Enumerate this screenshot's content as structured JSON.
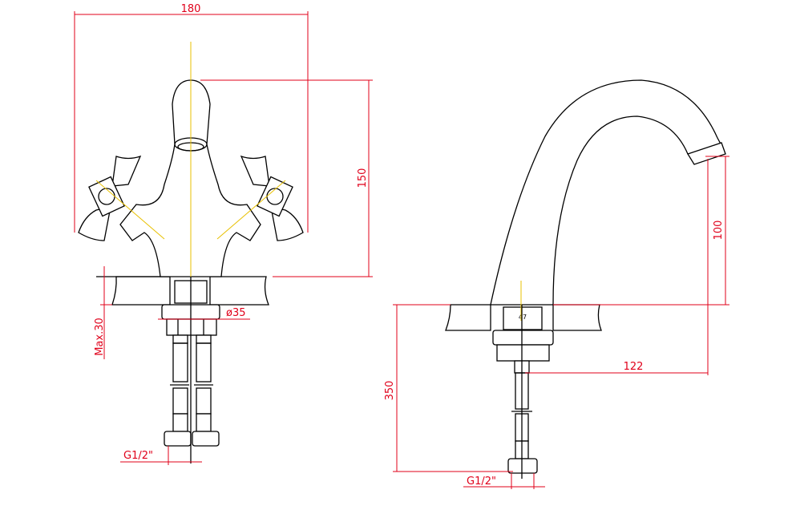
{
  "front_view": {
    "width_label": "180",
    "height_label": "150",
    "hole_diameter_label": "ø35",
    "counter_thickness_label": "Max.30",
    "thread_label": "G1/2\""
  },
  "side_view": {
    "spout_height_label": "100",
    "spout_reach_label": "122",
    "hose_length_label": "350",
    "hole_label": "47",
    "thread_label": "G1/2\""
  },
  "colors": {
    "dimension": "#e0001a",
    "centerline": "#e8c000",
    "outline": "#000000"
  }
}
